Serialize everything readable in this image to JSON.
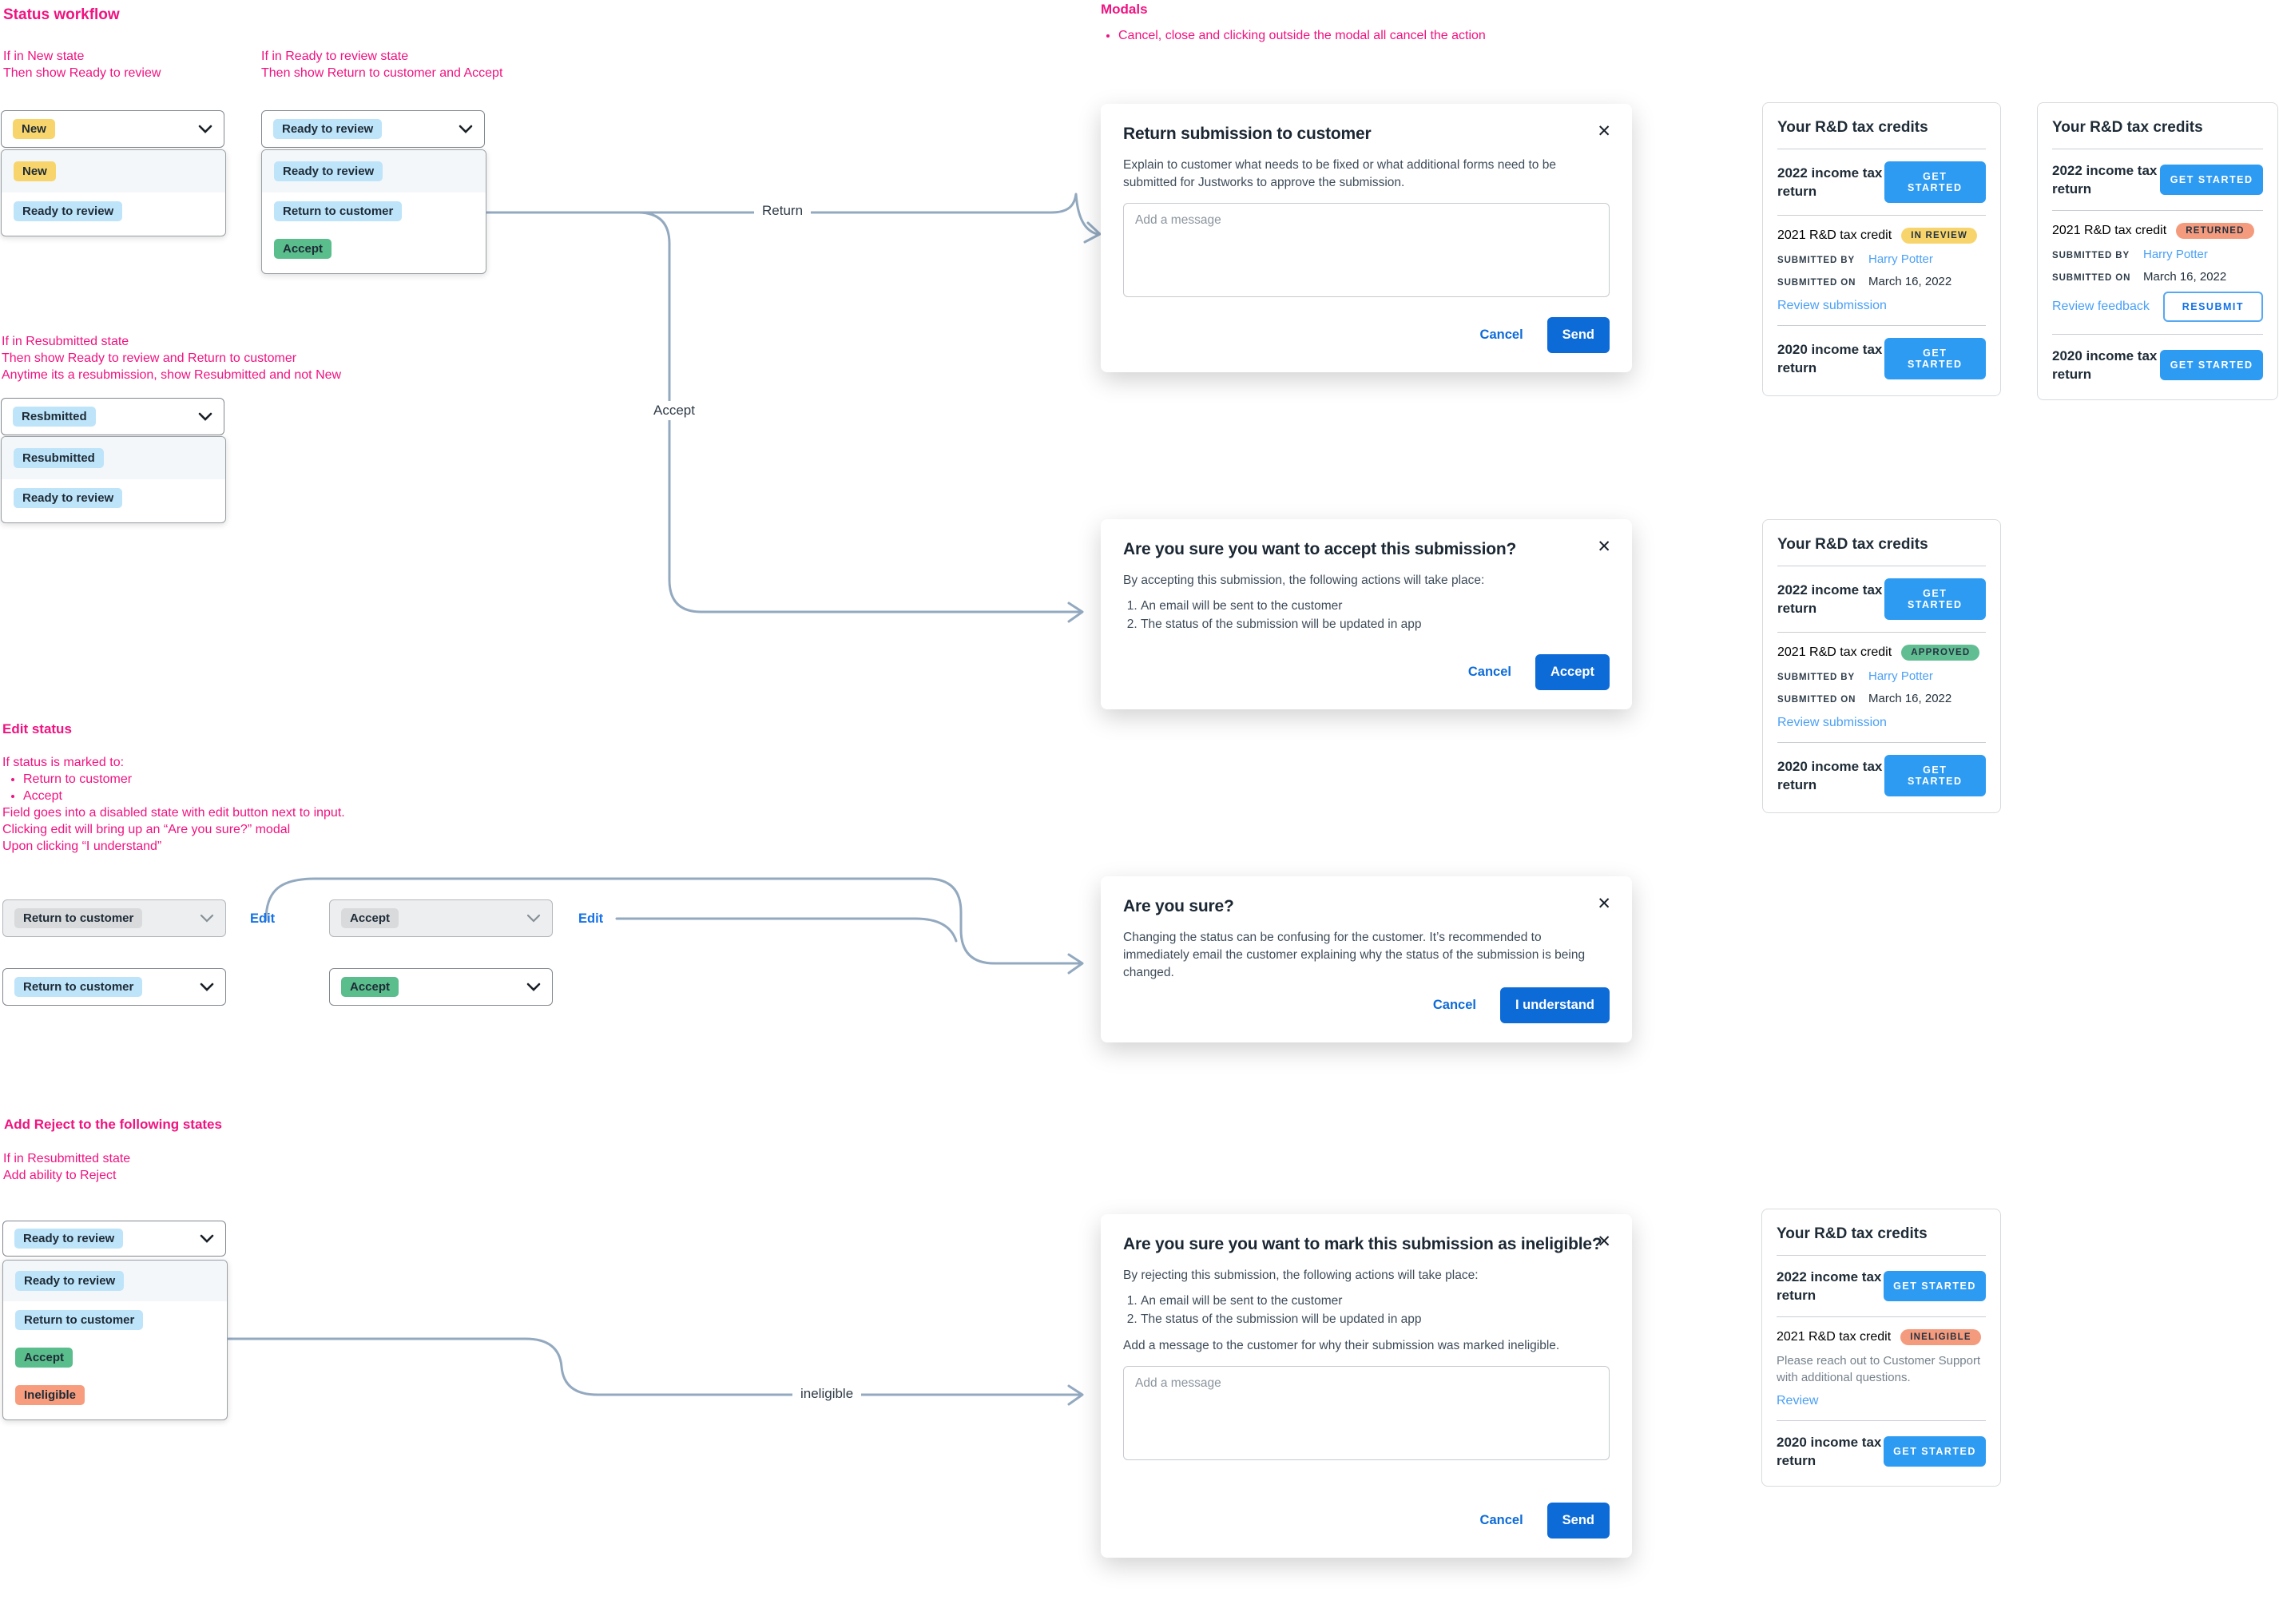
{
  "colors": {
    "pink": "#F01380",
    "connector": "#93A9C0",
    "chip_yellow": "#F8D56C",
    "chip_blue": "#BEE4FA",
    "chip_green": "#5ABD8C",
    "chip_salmon": "#F79C7D",
    "chip_gray": "#D8DADC",
    "badge_yellow": "#F8D56C",
    "badge_green": "#61BE93",
    "badge_salmon": "#F59B7D",
    "link_blue": "#4AA0F5",
    "action_blue": "#1472E6",
    "primary_btn": "#0D6BD8",
    "get_started_btn": "#2E9BF3",
    "text_dark": "#1E2B36",
    "body_text": "#3E4C59"
  },
  "icons": {
    "close": "✕"
  },
  "annotations": {
    "workflow_title": "Status workflow",
    "new_note": [
      "If in New state",
      "Then show Ready to review"
    ],
    "ready_note": [
      "If in Ready to review state",
      "Then show Return to customer and Accept"
    ],
    "resubmitted_note": [
      "If in Resubmitted state",
      "Then show Ready to review and Return to customer",
      "Anytime its a resubmission, show Resubmitted and not New"
    ],
    "modals_title": "Modals",
    "modals_bullets": [
      "Cancel, close and clicking outside the modal all cancel the action"
    ],
    "edit_title": "Edit status",
    "edit_intro": "If status is marked to:",
    "edit_bullets": [
      "Return to customer",
      "Accept"
    ],
    "edit_lines": [
      "Field goes into a disabled state with edit button next to input.",
      "Clicking edit will bring up an “Are you sure?” modal",
      "Upon  clicking “I understand”"
    ],
    "reject_title": "Add Reject to the following states",
    "reject_note": [
      "If in Resubmitted state",
      "Add ability to Reject"
    ]
  },
  "flow_labels": {
    "return": "Return",
    "accept": "Accept",
    "ineligible": "ineligible",
    "edit": "Edit"
  },
  "dropdowns": {
    "new_closed": {
      "selected": "New"
    },
    "new_options": [
      {
        "label": "New",
        "color": "yellow"
      },
      {
        "label": "Ready to review",
        "color": "blue"
      }
    ],
    "ready_closed": {
      "selected": "Ready to review"
    },
    "ready_options": [
      {
        "label": "Ready to review",
        "color": "blue"
      },
      {
        "label": "Return to customer",
        "color": "blue"
      },
      {
        "label": "Accept",
        "color": "green"
      }
    ],
    "resubmitted_closed": {
      "selected": "Resbmitted"
    },
    "resubmitted_options": [
      {
        "label": "Resubmitted",
        "color": "blue"
      },
      {
        "label": "Ready to review",
        "color": "blue"
      }
    ],
    "disabled_return": {
      "selected": "Return to customer"
    },
    "disabled_accept": {
      "selected": "Accept"
    },
    "enabled_return": {
      "selected": "Return to customer"
    },
    "enabled_accept": {
      "selected": "Accept"
    },
    "reject_closed": {
      "selected": "Ready to review"
    },
    "reject_options": [
      {
        "label": "Ready to review",
        "color": "blue"
      },
      {
        "label": "Return to customer",
        "color": "blue"
      },
      {
        "label": "Accept",
        "color": "green"
      },
      {
        "label": "Ineligible",
        "color": "salmon"
      }
    ]
  },
  "modals": {
    "return": {
      "title": "Return submission to customer",
      "body": "Explain to customer what needs to be fixed or what additional forms need to be submitted for Justworks to approve the submission.",
      "placeholder": "Add a message",
      "cancel": "Cancel",
      "primary": "Send"
    },
    "accept": {
      "title": "Are you sure you want to accept this submission?",
      "body": "By accepting this submission, the following actions will take place:",
      "items": [
        "An email will be sent to the customer",
        "The status of the submission will be updated in app"
      ],
      "cancel": "Cancel",
      "primary": "Accept"
    },
    "sure": {
      "title": "Are you sure?",
      "body": "Changing the status can be confusing for the customer. It’s recommended to immediately email the customer explaining why the status of the submission is being changed.",
      "cancel": "Cancel",
      "primary": "I understand"
    },
    "ineligible": {
      "title": "Are you sure you want to mark this submission as ineligible?",
      "body": "By rejecting this submission, the following actions will take place:",
      "items": [
        "An email will be sent to the customer",
        "The status of the submission will be updated in app"
      ],
      "note": "Add a message to the customer for why their submission was marked ineligible.",
      "placeholder": "Add a message",
      "cancel": "Cancel",
      "primary": "Send"
    }
  },
  "cards": {
    "title": "Your R&D tax credits",
    "row_2022": "2022 income tax return",
    "row_2020": "2020 income tax return",
    "get_started": "GET STARTED",
    "credit_label": "2021 R&D tax credit",
    "submitted_by_label": "SUBMITTED BY",
    "submitted_on_label": "SUBMITTED ON",
    "submitted_by": "Harry Potter",
    "submitted_on": "March 16, 2022",
    "in_review": {
      "badge": "IN REVIEW",
      "link": "Review submission"
    },
    "returned": {
      "badge": "RETURNED",
      "link": "Review feedback",
      "resubmit": "RESUBMIT"
    },
    "approved": {
      "badge": "APPROVED",
      "link": "Review submission"
    },
    "ineligible": {
      "badge": "INELIGIBLE",
      "note": "Please reach out to Customer Support with additional questions.",
      "link": "Review"
    }
  }
}
